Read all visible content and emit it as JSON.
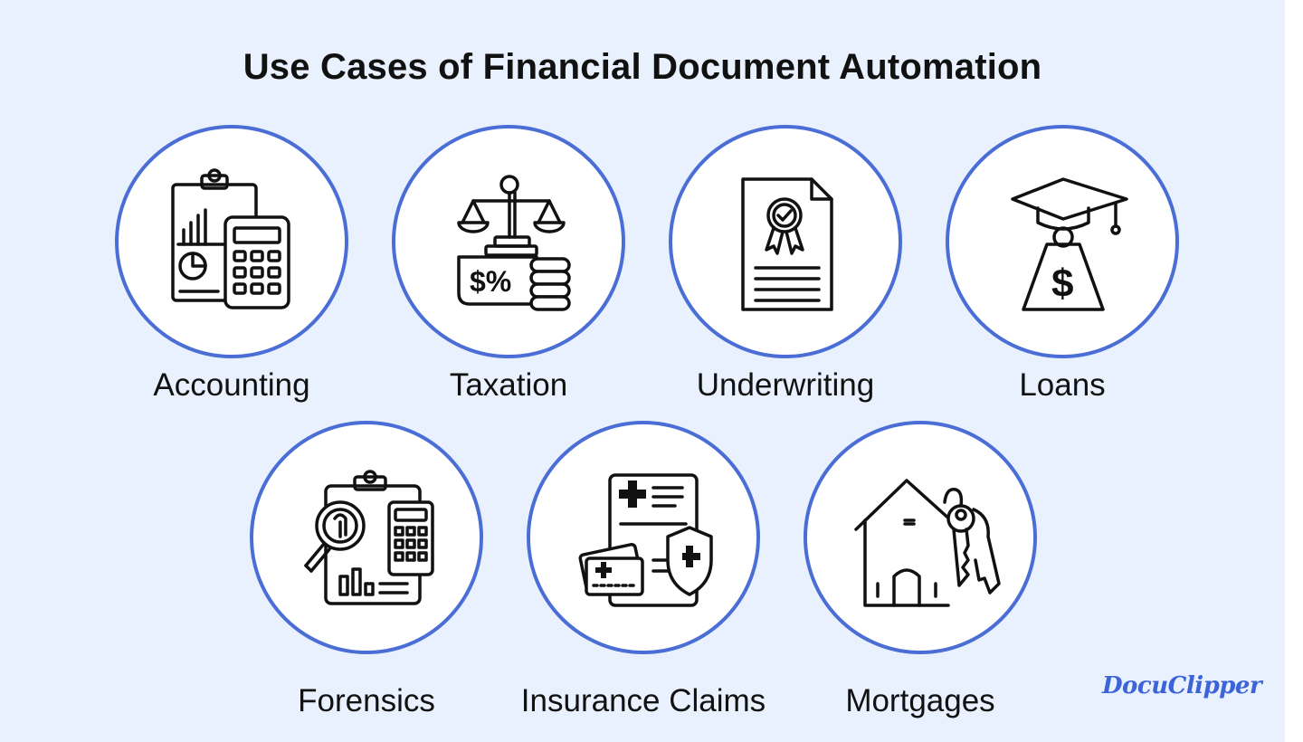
{
  "title": "Use Cases of Financial Document Automation",
  "logo": "DocuClipper",
  "colors": {
    "background": "#e8f1fd",
    "circle_border": "#4b6ed6",
    "logo": "#3d63d9"
  },
  "use_cases": [
    {
      "label": "Accounting",
      "icon": "accounting-icon"
    },
    {
      "label": "Taxation",
      "icon": "taxation-icon"
    },
    {
      "label": "Underwriting",
      "icon": "underwriting-icon"
    },
    {
      "label": "Loans",
      "icon": "loans-icon"
    },
    {
      "label": "Forensics",
      "icon": "forensics-icon"
    },
    {
      "label": "Insurance Claims",
      "icon": "insurance-claims-icon"
    },
    {
      "label": "Mortgages",
      "icon": "mortgages-icon"
    }
  ]
}
